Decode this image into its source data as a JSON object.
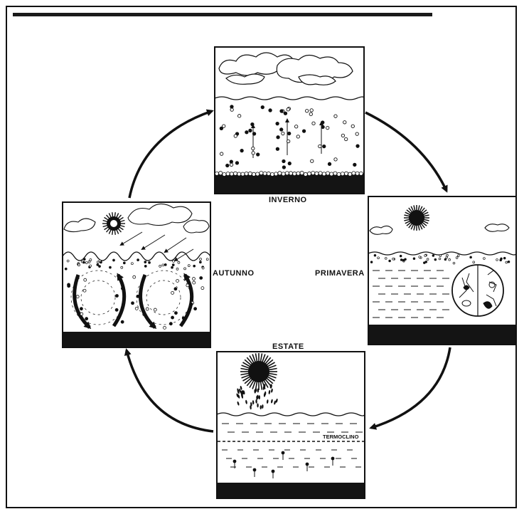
{
  "labels": {
    "winter": "INVERNO",
    "spring": "PRIMAVERA",
    "summer": "ESTATE",
    "autumn": "AUTUNNO",
    "thermocline": "TERMOCLINO"
  },
  "colors": {
    "ink": "#111111",
    "paper": "#ffffff"
  }
}
